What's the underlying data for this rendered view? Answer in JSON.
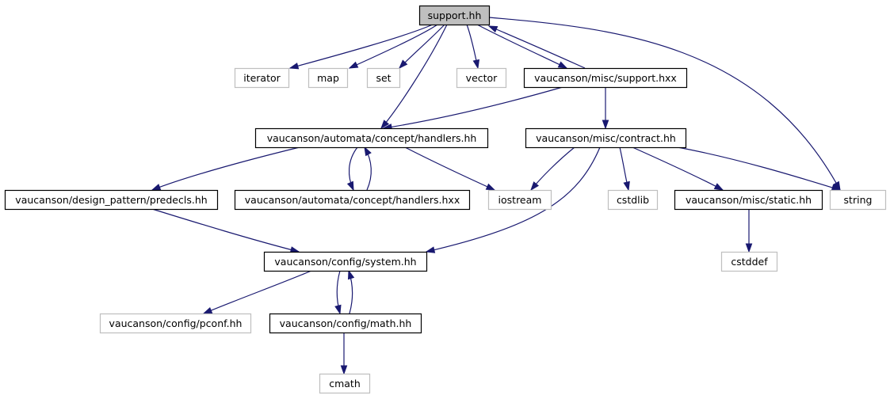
{
  "nodes": {
    "support_hh": {
      "label": "support.hh",
      "kind": "root"
    },
    "iterator": {
      "label": "iterator",
      "kind": "external"
    },
    "map": {
      "label": "map",
      "kind": "external"
    },
    "set": {
      "label": "set",
      "kind": "external"
    },
    "vector": {
      "label": "vector",
      "kind": "external"
    },
    "support_hxx": {
      "label": "vaucanson/misc/support.hxx",
      "kind": "documented"
    },
    "string": {
      "label": "string",
      "kind": "external"
    },
    "handlers_hh": {
      "label": "vaucanson/automata/concept/handlers.hh",
      "kind": "documented"
    },
    "contract_hh": {
      "label": "vaucanson/misc/contract.hh",
      "kind": "documented"
    },
    "predecls_hh": {
      "label": "vaucanson/design_pattern/predecls.hh",
      "kind": "documented"
    },
    "handlers_hxx": {
      "label": "vaucanson/automata/concept/handlers.hxx",
      "kind": "documented"
    },
    "iostream": {
      "label": "iostream",
      "kind": "external"
    },
    "cstdlib": {
      "label": "cstdlib",
      "kind": "external"
    },
    "static_hh": {
      "label": "vaucanson/misc/static.hh",
      "kind": "documented"
    },
    "system_hh": {
      "label": "vaucanson/config/system.hh",
      "kind": "documented"
    },
    "cstddef": {
      "label": "cstddef",
      "kind": "external"
    },
    "pconf_hh": {
      "label": "vaucanson/config/pconf.hh",
      "kind": "external"
    },
    "math_hh": {
      "label": "vaucanson/config/math.hh",
      "kind": "documented"
    },
    "cmath": {
      "label": "cmath",
      "kind": "external"
    }
  },
  "edges": [
    {
      "from": "support_hh",
      "to": "iterator"
    },
    {
      "from": "support_hh",
      "to": "map"
    },
    {
      "from": "support_hh",
      "to": "set"
    },
    {
      "from": "support_hh",
      "to": "vector"
    },
    {
      "from": "support_hh",
      "to": "support_hxx"
    },
    {
      "from": "support_hh",
      "to": "string"
    },
    {
      "from": "support_hh",
      "to": "handlers_hh"
    },
    {
      "from": "support_hxx",
      "to": "support_hh"
    },
    {
      "from": "support_hxx",
      "to": "handlers_hh"
    },
    {
      "from": "support_hxx",
      "to": "contract_hh"
    },
    {
      "from": "handlers_hh",
      "to": "predecls_hh"
    },
    {
      "from": "handlers_hh",
      "to": "handlers_hxx"
    },
    {
      "from": "handlers_hh",
      "to": "iostream"
    },
    {
      "from": "handlers_hxx",
      "to": "handlers_hh"
    },
    {
      "from": "contract_hh",
      "to": "iostream"
    },
    {
      "from": "contract_hh",
      "to": "cstdlib"
    },
    {
      "from": "contract_hh",
      "to": "static_hh"
    },
    {
      "from": "contract_hh",
      "to": "string"
    },
    {
      "from": "contract_hh",
      "to": "system_hh"
    },
    {
      "from": "predecls_hh",
      "to": "system_hh"
    },
    {
      "from": "static_hh",
      "to": "cstddef"
    },
    {
      "from": "system_hh",
      "to": "pconf_hh"
    },
    {
      "from": "system_hh",
      "to": "math_hh"
    },
    {
      "from": "math_hh",
      "to": "system_hh"
    },
    {
      "from": "math_hh",
      "to": "cmath"
    }
  ],
  "colors": {
    "edge": "#191970",
    "root_fill": "#bfbfbf",
    "external_border": "#bfbfbf",
    "documented_border": "#000000"
  }
}
